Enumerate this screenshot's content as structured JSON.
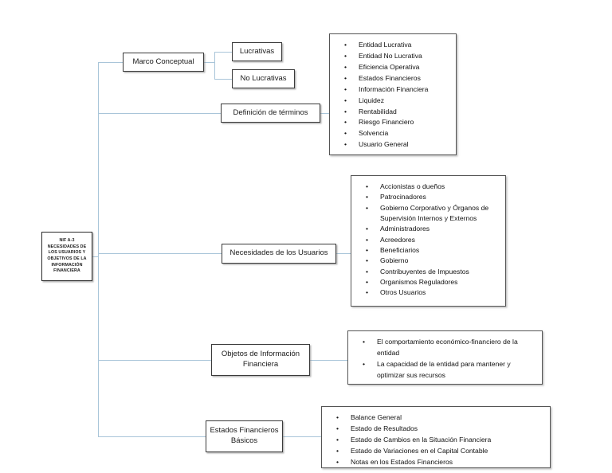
{
  "diagram": {
    "title": "NIF A-3 Necesidades de los Usuarios y Objetivos de la Informacion Financiera",
    "line_color": "#a9c5d9",
    "box_border_color": "#3a3a3a",
    "root": {
      "code": "NIF A-3",
      "text": "NECESIDADES DE LOS USUARIOS Y OBJETIVOS DE LA INFORMACIÓN FINANCIERA"
    },
    "nodes": {
      "marco_conceptual": "Marco Conceptual",
      "lucrativas": "Lucrativas",
      "no_lucrativas": "No Lucrativas",
      "definicion_terminos": "Definición de términos",
      "necesidades_usuarios": "Necesidades de los Usuarios",
      "objetos_informacion": "Objetos de Información Financiera",
      "estados_basicos": "Estados Financieros Básicos"
    },
    "lists": {
      "terminos": [
        "Entidad Lucrativa",
        "Entidad No Lucrativa",
        "Eficiencia Operativa",
        "Estados Financieros",
        "Información Financiera",
        "Liquidez",
        "Rentabilidad",
        "Riesgo Financiero",
        "Solvencia",
        "Usuario General"
      ],
      "usuarios": [
        "Accionistas o dueños",
        "Patrocinadores",
        "Gobierno Corporativo y Órganos de Supervisión Internos y Externos",
        "Administradores",
        "Acreedores",
        "Beneficiarios",
        " Gobierno",
        "Contribuyentes de Impuestos",
        "Organismos Reguladores",
        "Otros Usuarios"
      ],
      "objetos": [
        "El comportamiento económico-financiero de la entidad",
        "La capacidad de la entidad para mantener y optimizar sus recursos"
      ],
      "estados": [
        "Balance General",
        "Estado de Resultados",
        "Estado de Cambios en la Situación Financiera",
        "Estado de Variaciones en el Capital Contable",
        "Notas en los Estados Financieros"
      ]
    }
  }
}
